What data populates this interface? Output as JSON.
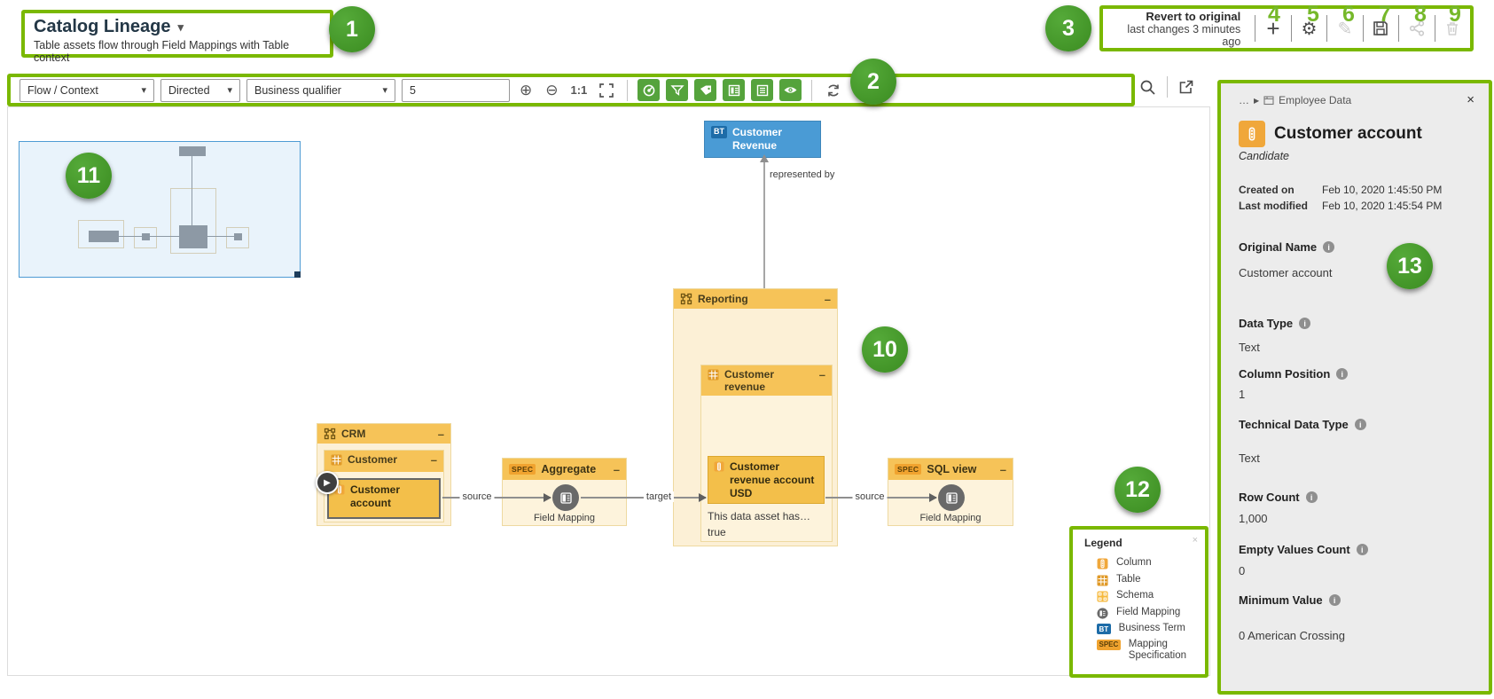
{
  "colors": {
    "annotation_green": "#7ab800",
    "badge_green": "#459b2e",
    "node_header_orange": "#f6c358",
    "node_fill": "#fdf3dc",
    "selected_orange": "#f3bf4a",
    "business_term_blue": "#4a9bd5",
    "spec_badge_orange": "#f0a32f",
    "field_mapping_gray": "#696969",
    "toolbar_toggle_green": "#55a33c",
    "panel_bg": "#ececec"
  },
  "annotations": {
    "badges": [
      "1",
      "2",
      "3",
      "4",
      "5",
      "6",
      "7",
      "8",
      "9",
      "10",
      "11",
      "12",
      "13"
    ]
  },
  "glyphs": {
    "caret": "▾",
    "minus": "–",
    "close": "×",
    "plus": "+",
    "gear": "⚙",
    "pencil": "✎",
    "zoom_in": "⊕",
    "zoom_out": "⊖",
    "play": "▶",
    "breadcrumb_arrow": "▶",
    "ellipsis": "…",
    "info": "i"
  },
  "header": {
    "title": "Catalog Lineage",
    "subtitle": "Table assets flow through Field Mappings with Table context",
    "revert": {
      "title": "Revert to original",
      "subtitle": "last changes 3 minutes ago"
    },
    "action_icons": [
      "plus-icon",
      "gear-icon",
      "pencil-icon",
      "save-icon",
      "share-icon",
      "trash-icon"
    ]
  },
  "toolbar": {
    "layout_select": "Flow / Context",
    "direction_select": "Directed",
    "qualifier_select": "Business qualifier",
    "depth_value": "5",
    "zoom_reset": "1:1",
    "toggle_icons": [
      "gauge-icon",
      "filter-icon",
      "tag-icon",
      "card-icon",
      "list-icon",
      "eye-icon"
    ],
    "other_icons": [
      "zoom-in-icon",
      "zoom-out-icon",
      "fullscreen-icon",
      "refresh-icon",
      "export-icon",
      "search-icon",
      "external-link-icon"
    ]
  },
  "canvas": {
    "business_term": {
      "badge": "BT",
      "label": "Customer Revenue"
    },
    "edge_labels": {
      "represented_by": "represented by",
      "source1": "source",
      "target": "target",
      "source2": "source"
    },
    "groups": {
      "crm": "CRM",
      "reporting": "Reporting"
    },
    "tables": {
      "customer": "Customer",
      "customer_revenue": "Customer revenue"
    },
    "columns": {
      "customer_account": "Customer account",
      "customer_revenue_account_usd": "Customer revenue account USD"
    },
    "specs": {
      "badge": "SPEC",
      "aggregate": "Aggregate",
      "sql_view": "SQL view"
    },
    "field_mapping_label": "Field Mapping",
    "note_line1": "This data asset has…",
    "note_line2": "true"
  },
  "legend": {
    "title": "Legend",
    "items": [
      {
        "icon": "column-icon",
        "label": "Column"
      },
      {
        "icon": "table-icon",
        "label": "Table"
      },
      {
        "icon": "schema-icon",
        "label": "Schema"
      },
      {
        "icon": "field-mapping-icon",
        "label": "Field Mapping"
      },
      {
        "icon": "business-term-icon",
        "badge": "BT",
        "label": "Business Term"
      },
      {
        "icon": "mapping-spec-icon",
        "badge": "SPEC",
        "label": "Mapping Specification"
      }
    ]
  },
  "panel": {
    "breadcrumb": {
      "ellipsis": "…",
      "domain": "Employee Data"
    },
    "title": "Customer account",
    "status": "Candidate",
    "meta": [
      {
        "label": "Created on",
        "value": "Feb 10, 2020 1:45:50 PM"
      },
      {
        "label": "Last modified",
        "value": "Feb 10, 2020 1:45:54 PM"
      }
    ],
    "fields": [
      {
        "label": "Original Name",
        "value": "Customer account"
      },
      {
        "label": "Data Type",
        "value": "Text"
      },
      {
        "label": "Column Position",
        "value": "1"
      },
      {
        "label": "Technical Data Type",
        "value": "Text"
      },
      {
        "label": "Row Count",
        "value": "1,000"
      },
      {
        "label": "Empty Values Count",
        "value": "0"
      },
      {
        "label": "Minimum Value",
        "value": "0 American Crossing"
      }
    ]
  }
}
